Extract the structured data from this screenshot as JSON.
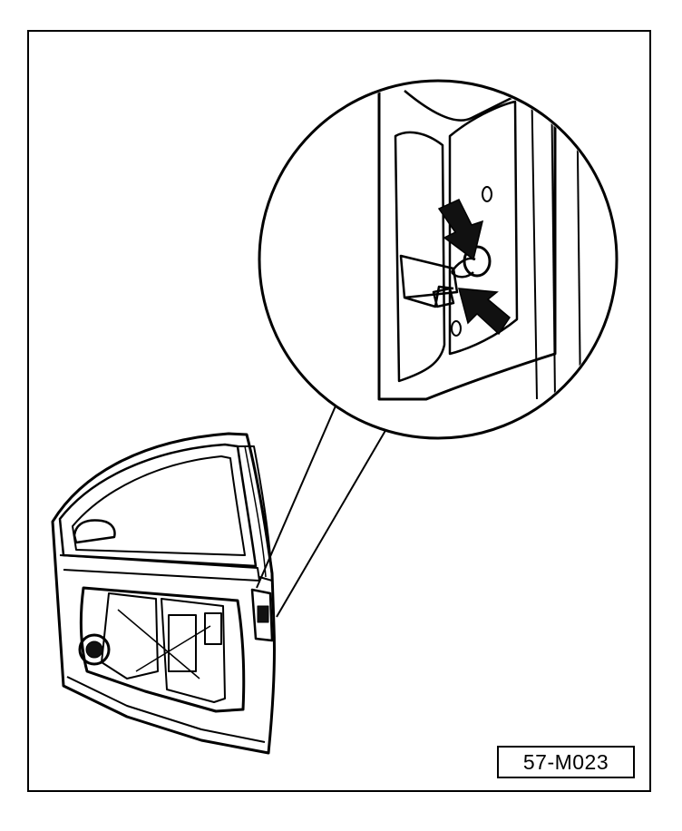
{
  "figure_id": "57-M023",
  "illustration": {
    "subject": "car-door-with-magnified-detail",
    "icons": [
      "arrow-icon-upper",
      "arrow-icon-lower"
    ],
    "colors": {
      "line": "#000000",
      "paper": "#ffffff",
      "fill": "#111111"
    }
  }
}
